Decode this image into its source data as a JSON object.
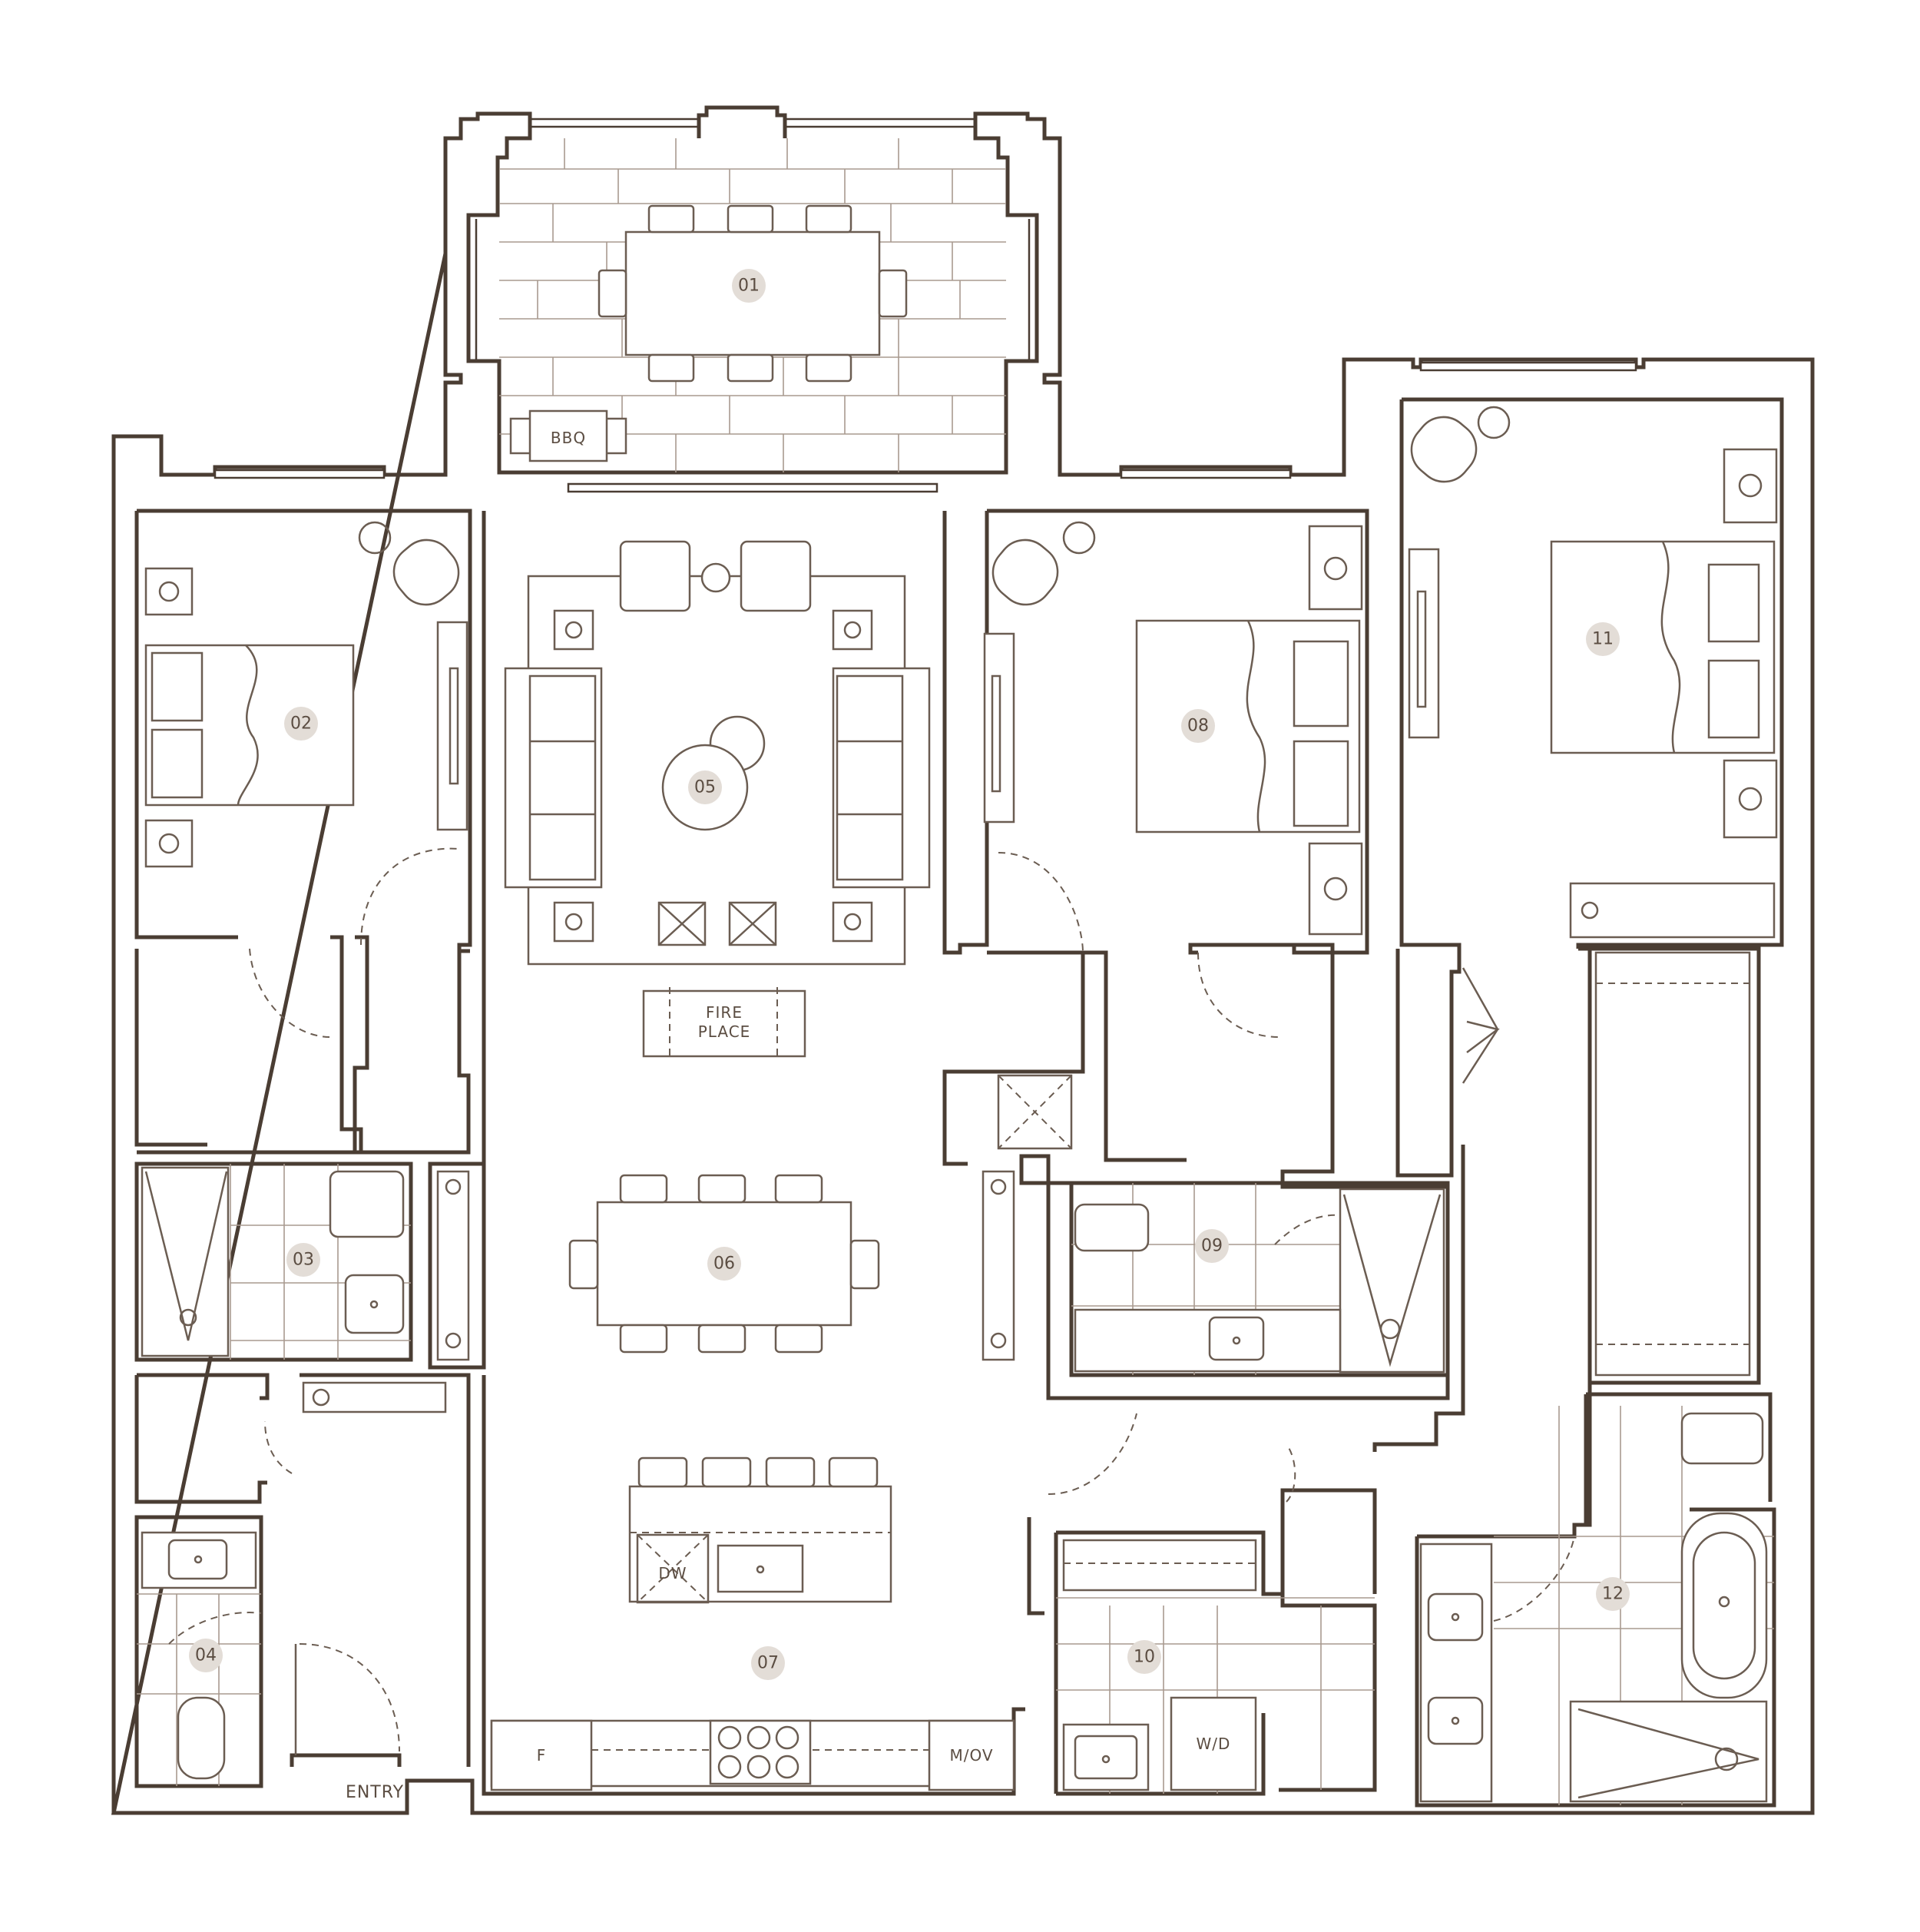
{
  "rooms": [
    {
      "id": "r01",
      "number": "01"
    },
    {
      "id": "r02",
      "number": "02"
    },
    {
      "id": "r03",
      "number": "03"
    },
    {
      "id": "r04",
      "number": "04"
    },
    {
      "id": "r05",
      "number": "05"
    },
    {
      "id": "r06",
      "number": "06"
    },
    {
      "id": "r07",
      "number": "07"
    },
    {
      "id": "r08",
      "number": "08"
    },
    {
      "id": "r09",
      "number": "09"
    },
    {
      "id": "r10",
      "number": "10"
    },
    {
      "id": "r11",
      "number": "11"
    },
    {
      "id": "r12",
      "number": "12"
    }
  ],
  "fixtures": {
    "bbq": "BBQ",
    "fireplace_line1": "FIRE",
    "fireplace_line2": "PLACE",
    "dishwasher": "DW",
    "fridge": "F",
    "microwave_oven": "M/OV",
    "washer_dryer": "W/D",
    "entry": "ENTRY"
  },
  "colors": {
    "wall": "#4a3d33",
    "furniture": "#6b5d52",
    "badge": "#e3ddd7"
  }
}
